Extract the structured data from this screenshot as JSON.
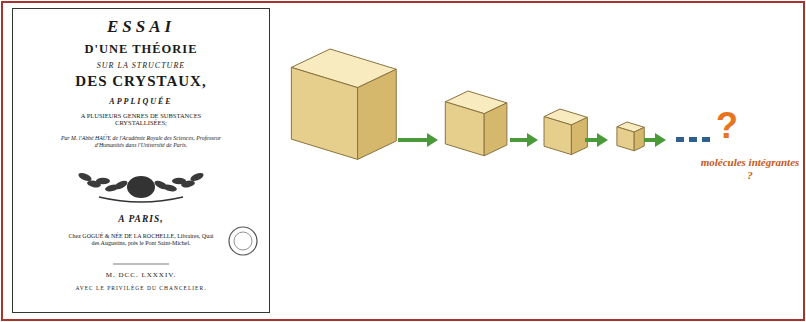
{
  "diagram": {
    "nodes": [
      {
        "text": [
          "ESSAI",
          "D'UNE THÉORIE",
          "SUR LA STRUCTURE",
          "DES CRYSTAUX,",
          "APPLIQUÉE",
          "A PLUSIEURS GENRES DE SUBSTANCES CRYSTALLISÉES;",
          "Par M. l'Abbé HAÜY, de l'Académie Royale des Sciences, Professeur d'Humanités dans l'Université de Paris.",
          "A PARIS,",
          "Chez GOGUÉ & NÉE DE LA ROCHELLE, Libraires, Quai des Augustins, près le Pont Saint-Michel.",
          "M. DCC. LXXXIV.",
          "AVEC LE PRIVILÈGE DU CHANCELIER."
        ]
      }
    ],
    "labels": [
      "?",
      "molécules intégrantes ?"
    ]
  }
}
